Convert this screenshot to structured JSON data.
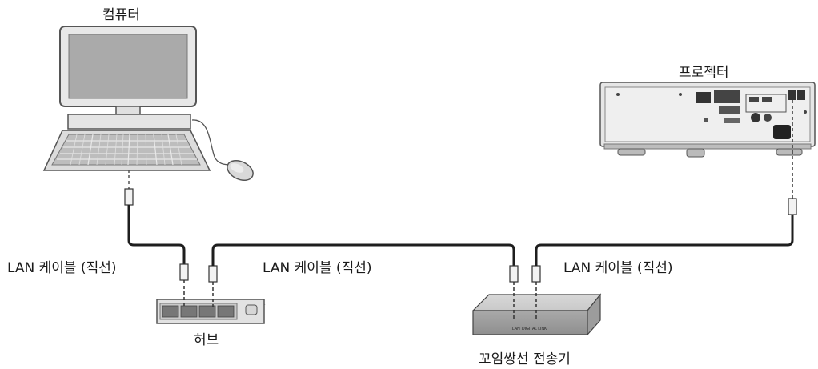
{
  "labels": {
    "computer": "컴퓨터",
    "projector": "프로젝터",
    "hub": "허브",
    "transmitter": "꼬임쌍선 전송기",
    "cable_left": "LAN 케이블 (직선)",
    "cable_middle": "LAN 케이블 (직선)",
    "cable_right": "LAN 케이블 (직선)",
    "transmitter_port_lan": "LAN",
    "transmitter_port_digital_link": "DIGITAL LINK"
  },
  "colors": {
    "cable": "#1e1e1e",
    "device_fill": "#e4e4e4",
    "device_stroke": "#555555",
    "screen": "#aaaaaa"
  }
}
